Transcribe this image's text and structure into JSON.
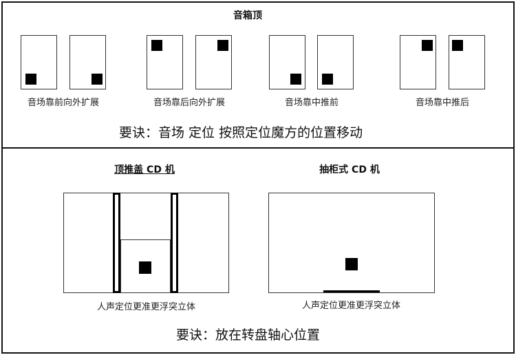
{
  "top": {
    "title": "音箱顶",
    "groups": [
      {
        "caption": "音场靠前向外扩展"
      },
      {
        "caption": "音场靠后向外扩展"
      },
      {
        "caption": "音场靠中推前"
      },
      {
        "caption": "音场靠中推后"
      }
    ],
    "motto": "要诀：音场 定位 按照定位魔方的位置移动"
  },
  "bottom": {
    "left": {
      "title": "顶推盖 CD 机",
      "caption": "人声定位更准更浮突立体"
    },
    "right": {
      "title": "抽柜式 CD 机",
      "caption": "人声定位更准更浮突立体"
    },
    "motto": "要诀：放在转盘轴心位置"
  }
}
